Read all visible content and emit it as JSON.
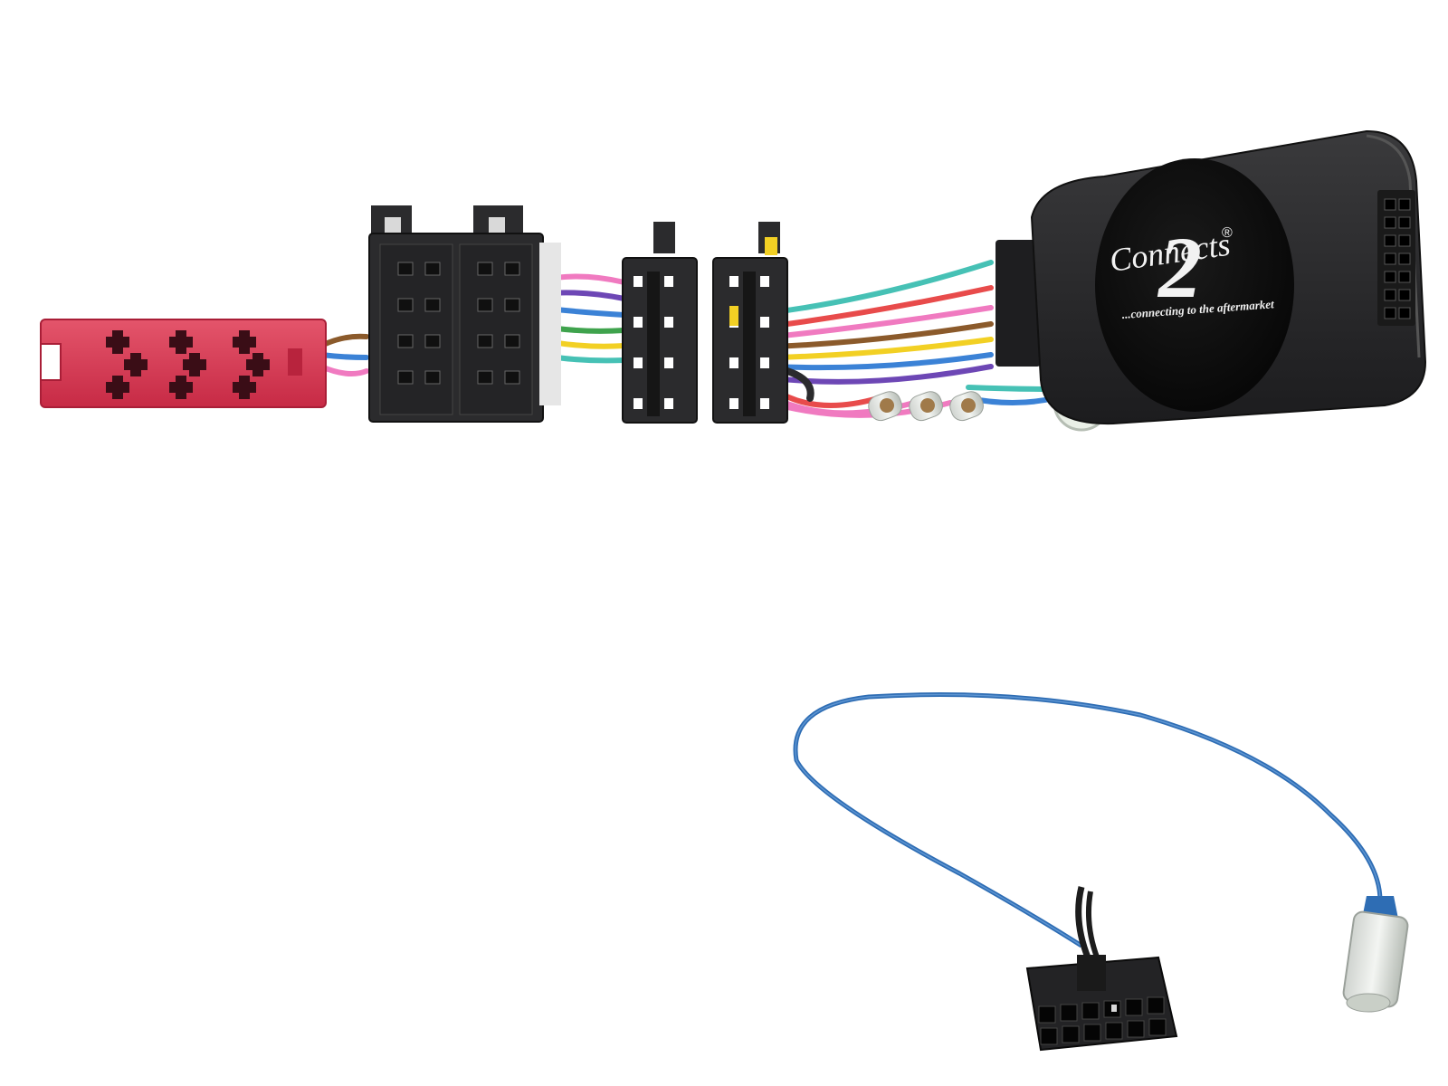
{
  "logo": {
    "digit": "2",
    "word": "Connects",
    "registered": "®",
    "tagline": "...connecting to the aftermarket"
  },
  "colors": {
    "background": "#ffffff",
    "red_connector": "#d8344f",
    "black_plastic": "#2b2b2d",
    "module_body": "#2a2a2c",
    "blue_cable": "#2e6db4",
    "wire_palette": [
      "#e84b4b",
      "#3fa34d",
      "#f2d024",
      "#f07ac0",
      "#6d47b5",
      "#3b82d6",
      "#8b5a2b",
      "#46c1b5",
      "#ffffff"
    ]
  },
  "icons": {
    "module": "interface-module-icon",
    "antenna_plug": "antenna-plug-icon"
  }
}
